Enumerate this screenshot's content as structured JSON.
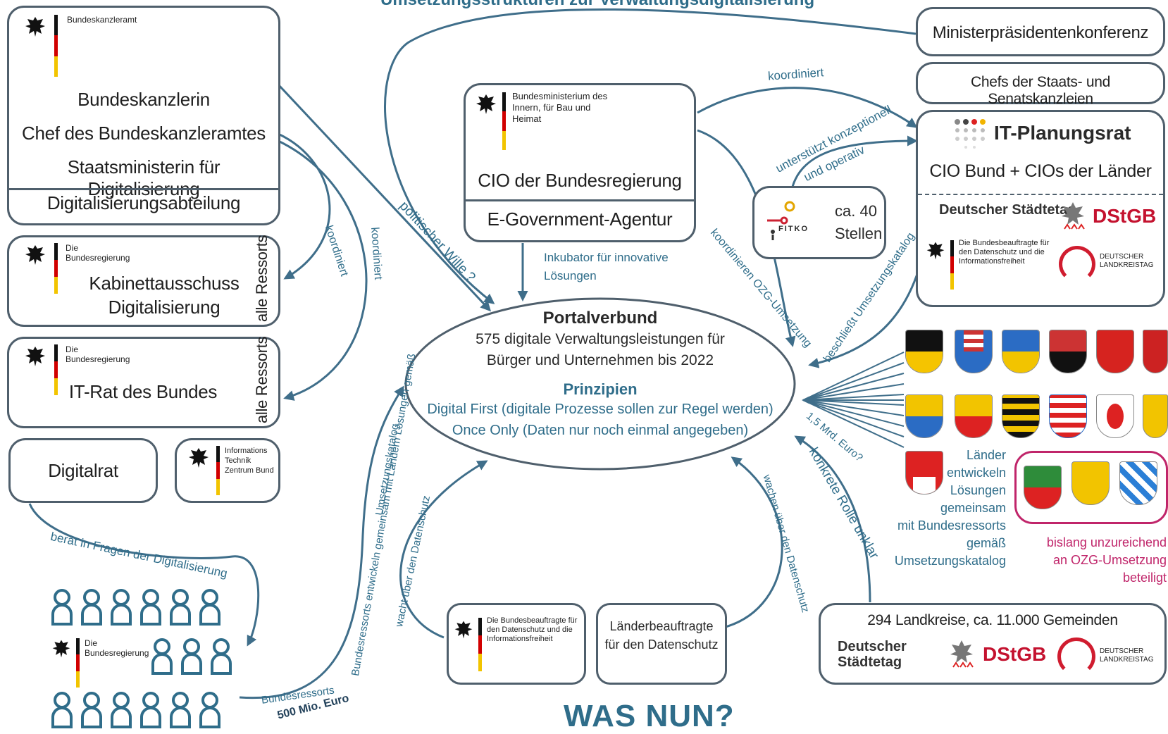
{
  "header": {
    "title": "Umsetzungsstrukturen zur Verwaltungsdigitalisierung",
    "footer_headline": "WAS NUN?"
  },
  "bundeskanzleramt": {
    "org": "Bundeskanzleramt",
    "line1": "Bundeskanzlerin",
    "line2": "Chef des Bundeskanzleramtes",
    "line3": "Staatsministerin für Digitalisierung",
    "dept": "Digitalisierungsabteilung"
  },
  "kabinett": {
    "org": "Die Bundesregierung",
    "line1": "Kabinettausschuss",
    "line2": "Digitalisierung",
    "side": "alle Ressorts"
  },
  "itrat": {
    "org": "Die Bundesregierung",
    "title": "IT-Rat des Bundes",
    "side": "alle Ressorts"
  },
  "digitalrat": {
    "title": "Digitalrat"
  },
  "itzbund": {
    "org": "Informations Technik Zentrum Bund"
  },
  "bmi": {
    "org": "Bundesministerium des Innern, für Bau und Heimat",
    "title": "CIO der Bundesregierung",
    "agency": "E-Government-Agentur"
  },
  "fitko": {
    "logo": "FITKO",
    "count": "ca. 40",
    "unit": "Stellen"
  },
  "mpk": {
    "title": "Ministerpräsidentenkonferenz",
    "chefs": "Chefs der Staats- und Senatskanzleien"
  },
  "itplanungsrat": {
    "title": "IT-Planungsrat",
    "subtitle": "CIO Bund + CIOs der Länder",
    "staedtetag": "Deutscher Städtetag",
    "dstgb": "DStGB",
    "bfdi": "Die Bundesbeauftragte für den Datenschutz und die Informationsfreiheit",
    "landkreistag": "DEUTSCHER LANDKREISTAG"
  },
  "portal": {
    "title": "Portalverbund",
    "line1": "575 digitale Verwaltungsleistungen für",
    "line2": "Bürger und Unternehmen bis 2022",
    "principles_title": "Prinzipien",
    "principle1": "Digital First (digitale Prozesse sollen zur Regel werden)",
    "principle2": "Once Only (Daten nur noch einmal angegeben)"
  },
  "laender": {
    "text": [
      "Länder",
      "entwickeln",
      "Lösungen",
      "gemeinsam",
      "mit Bundesressorts",
      "gemäß",
      "Umsetzungskatalog"
    ],
    "warning": [
      "bislang unzureichend",
      "an OZG-Umsetzung",
      "beteiligt"
    ]
  },
  "kommunen": {
    "title": "294 Landkreise, ca. 11.000 Gemeinden",
    "staedtetag": "Deutscher Städtetag",
    "dstgb": "DStGB",
    "landkreistag": "DEUTSCHER LANDKREISTAG"
  },
  "datenschutz": {
    "bfdi": "Die Bundesbeauftragte für den Datenschutz und die Informationsfreiheit",
    "laender_line1": "Länderbeauftragte",
    "laender_line2": "für den Datenschutz"
  },
  "ressorts": {
    "org": "Die Bundesregierung"
  },
  "labels": {
    "koordiniert_top": "koordiniert",
    "unterstuetzt1": "unterstützt konzeptionell",
    "unterstuetzt2": "und operativ",
    "politischer_wille": "politischer Wille ?",
    "koordiniert_left1": "koordiniert",
    "koordiniert_left2": "koordiniert",
    "inkubator1": "Inkubator für innovative",
    "inkubator2": "Lösungen",
    "koordinieren_ozg": "koordinieren OZG-Umsetzung",
    "beschliesst": "beschließt Umsetzungskatalog",
    "mrd": "1,5 Mrd. Euro?",
    "rolle_unklar": "konkrete Rolle unklar",
    "waechst": "wacht über den Datenschutz",
    "wachen": "wachen über den Datenschutz",
    "beraet": "berät in Fragen der Digitalisierung",
    "ressorts_entwickeln": "Bundesressorts entwickeln gemeinsam mit Ländern Lösungen gemäß",
    "umsetzungskatalog": "Umsetzungskatalog",
    "bundesressorts_bottom": "Bundesressorts",
    "mio": "500 Mio. Euro"
  },
  "colors": {
    "box_border": "#4f5f6c",
    "arrow": "#3f6e8a",
    "text_blue": "#2f6d8a",
    "headline": "#2f6d8a",
    "warning": "#c0256a"
  }
}
